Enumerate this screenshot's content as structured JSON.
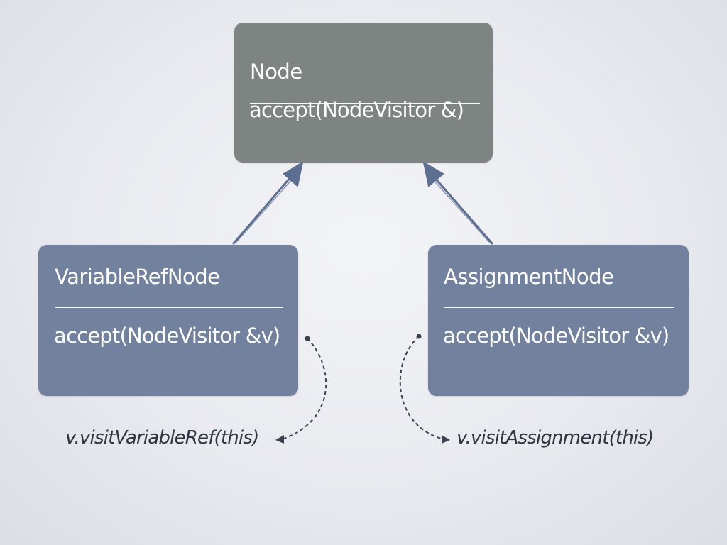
{
  "colors": {
    "base_box": "#7e8481",
    "sub_box": "#72819e",
    "arrow": "#5d6f90",
    "connector": "#3b414d"
  },
  "node": {
    "title": "Node",
    "method": "accept(NodeVisitor &)"
  },
  "variable_ref_node": {
    "title": "VariableRefNode",
    "method": "accept(NodeVisitor &v)",
    "call": "v.visitVariableRef(this)"
  },
  "assignment_node": {
    "title": "AssignmentNode",
    "method": "accept(NodeVisitor &v)",
    "call": "v.visitAssignment(this)"
  }
}
